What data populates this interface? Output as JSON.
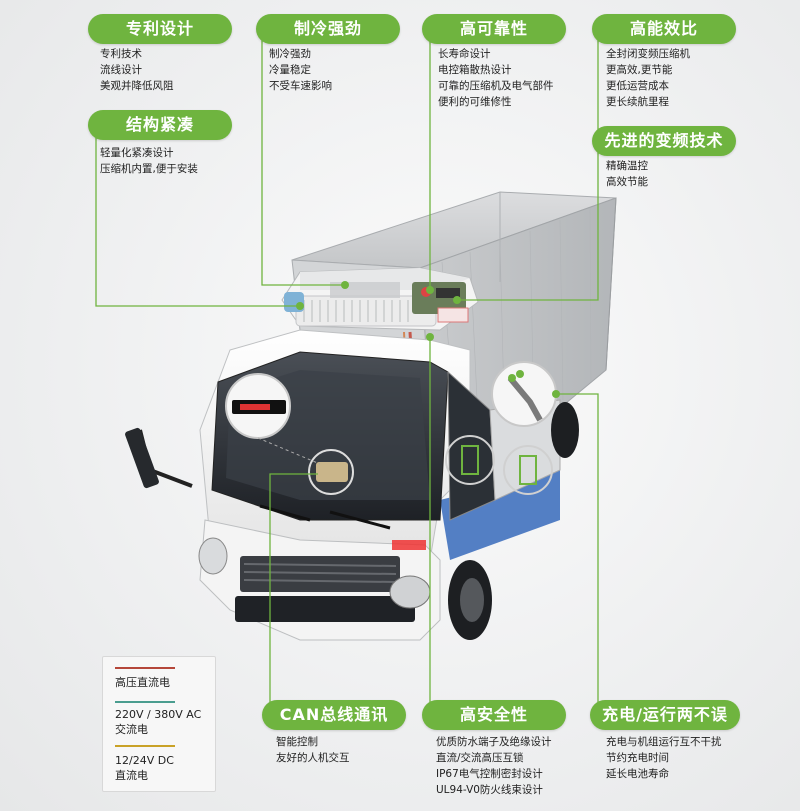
{
  "features": {
    "patent": {
      "title": "专利设计",
      "items": [
        "专利技术",
        "流线设计",
        "美观并降低风阻"
      ]
    },
    "cooling": {
      "title": "制冷强劲",
      "items": [
        "制冷强劲",
        "冷量稳定",
        "不受车速影响"
      ]
    },
    "reliability": {
      "title": "高可靠性",
      "items": [
        "长寿命设计",
        "电控箱散热设计",
        "可靠的压缩机及电气部件",
        "便利的可维修性"
      ]
    },
    "efficiency": {
      "title": "高能效比",
      "items": [
        "全封闭变频压缩机",
        "更高效,更节能",
        "更低运营成本",
        "更长续航里程"
      ]
    },
    "compact": {
      "title": "结构紧凑",
      "items": [
        "轻量化紧凑设计",
        "压缩机内置,便于安装"
      ]
    },
    "inverter": {
      "title": "先进的变频技术",
      "items": [
        "精确温控",
        "高效节能"
      ]
    },
    "can": {
      "title": "CAN总线通讯",
      "items": [
        "智能控制",
        "友好的人机交互"
      ]
    },
    "safety": {
      "title": "高安全性",
      "items": [
        "优质防水端子及绝缘设计",
        "直流/交流高压互锁",
        "IP67电气控制密封设计",
        "UL94-V0防火线束设计"
      ]
    },
    "charging": {
      "title": "充电/运行两不误",
      "items": [
        "充电与机组运行互不干扰",
        "节约充电时间",
        "延长电池寿命"
      ]
    }
  },
  "legend": {
    "items": [
      {
        "label": "高压直流电",
        "color": "#b5473a"
      },
      {
        "label": "220V / 380V AC\n交流电",
        "color": "#4a9d8f"
      },
      {
        "label": "12/24V DC\n直流电",
        "color": "#c9a227"
      }
    ]
  },
  "colors": {
    "accent": "#6fb43f",
    "leader": "#6fb43f"
  }
}
